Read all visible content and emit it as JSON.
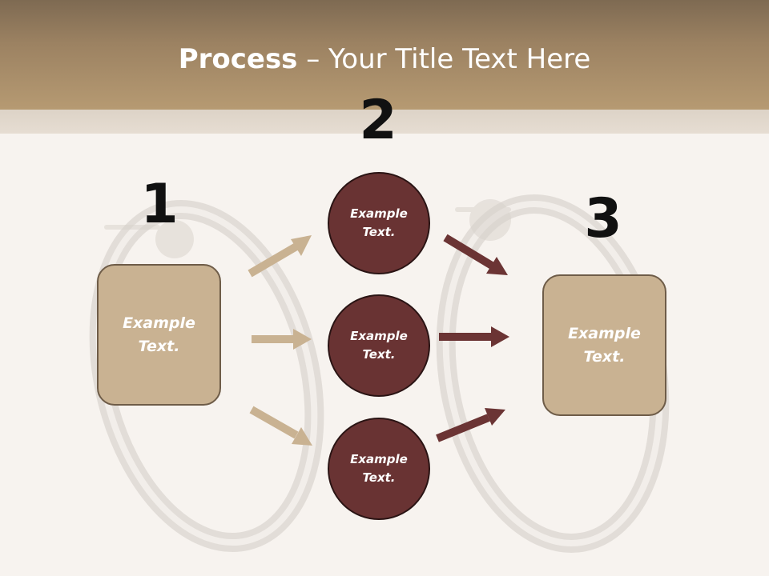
{
  "title": {
    "bold": "Process",
    "rest": " – Your Title Text Here"
  },
  "steps": [
    {
      "number": "1",
      "label": "Example Text."
    },
    {
      "number": "2"
    },
    {
      "number": "3",
      "label": "Example Text."
    }
  ],
  "circles": [
    {
      "label": "Example Text."
    },
    {
      "label": "Example Text."
    },
    {
      "label": "Example Text."
    }
  ],
  "colors": {
    "header": "#a88d68",
    "box_fill": "#c9b292",
    "circle_fill": "#693333",
    "left_arrow": "#c9b292",
    "right_arrow": "#6b3434"
  },
  "icons": {
    "background": "silver-hoop-earrings-photo",
    "connectors": "arrow-icon"
  }
}
